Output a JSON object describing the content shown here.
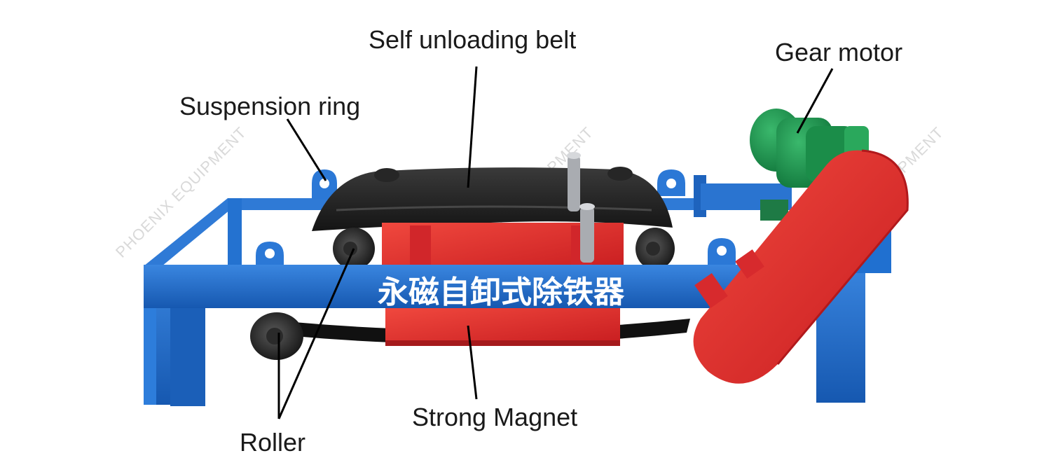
{
  "labels": {
    "self_unloading_belt": "Self unloading belt",
    "gear_motor": "Gear motor",
    "suspension_ring": "Suspension ring",
    "strong_magnet": "Strong Magnet",
    "roller": "Roller"
  },
  "nameplate_text": "永磁自卸式除铁器",
  "watermark": "PHOENIX EQUIPMENT",
  "colors": {
    "frame_blue": "#1f6fd0",
    "magnet_red": "#e8262a",
    "belt_black": "#1c1c1c",
    "motor_green": "#1f9a54",
    "label_text": "#1a1a1a",
    "watermark": "#d9d9d9"
  }
}
